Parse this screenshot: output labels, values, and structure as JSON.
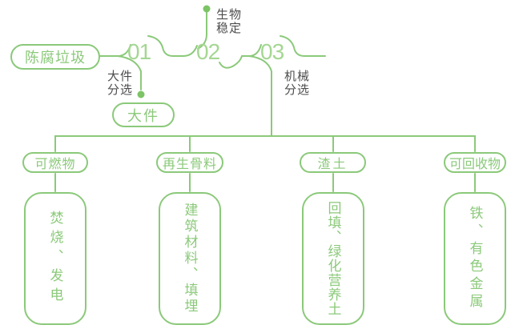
{
  "colors": {
    "line_green": "#8bc97a",
    "number_green": "#a5d793",
    "dot_green": "#7cc465",
    "label_dark": "#4d4d4d"
  },
  "flow": {
    "source": "陈腐垃圾",
    "steps": [
      {
        "number": "01",
        "side_label_lines": [
          "大件",
          "分选"
        ],
        "side_output": "大件"
      },
      {
        "number": "02",
        "top_label_lines": [
          "生物",
          "稳定"
        ]
      },
      {
        "number": "03",
        "side_label_lines": [
          "机械",
          "分选"
        ]
      }
    ]
  },
  "branches": [
    {
      "category": "可燃物",
      "result": "焚烧、发电"
    },
    {
      "category": "再生骨料",
      "result": "建筑材料、填埋"
    },
    {
      "category": "渣土",
      "result": "回填、绿化营养土"
    },
    {
      "category": "可回收物",
      "result": "铁、有色金属"
    }
  ]
}
